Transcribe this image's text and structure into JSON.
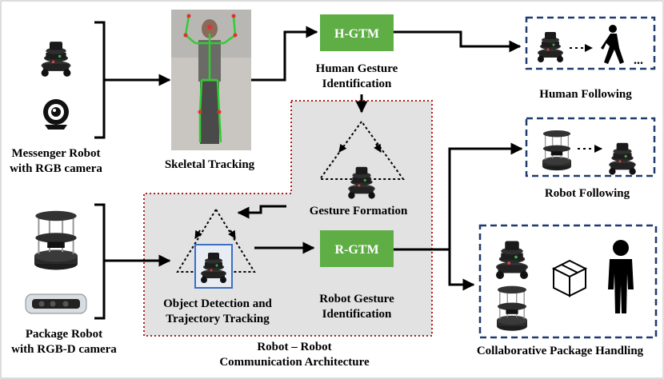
{
  "labels": {
    "messenger_robot_line1": "Messenger Robot",
    "messenger_robot_line2": "with RGB camera",
    "package_robot_line1": "Package Robot",
    "package_robot_line2": "with RGB-D camera",
    "skeletal_tracking": "Skeletal Tracking",
    "hgtm_box": "H-GTM",
    "human_gesture_line1": "Human Gesture",
    "human_gesture_line2": "Identification",
    "human_following": "Human Following",
    "robot_following": "Robot Following",
    "gesture_formation": "Gesture Formation",
    "object_detection_line1": "Object Detection and",
    "object_detection_line2": "Trajectory Tracking",
    "rgtm_box": "R-GTM",
    "robot_gesture_line1": "Robot Gesture",
    "robot_gesture_line2": "Identification",
    "architecture_line1": "Robot – Robot",
    "architecture_line2": "Communication Architecture",
    "collaborative_package": "Collaborative Package Handling"
  },
  "colors": {
    "green_box": "#5fae45",
    "region_fill": "#e2e2e2",
    "region_border": "#b02020",
    "dashed_box": "#1f3a6e",
    "highlight_box": "#3a6fc4",
    "skeleton": "#33cc33"
  },
  "icons": [
    "robot-icon",
    "webcam-icon",
    "depth-camera-icon",
    "person-walking-icon",
    "person-standing-icon",
    "package-box-icon",
    "skeleton-image"
  ]
}
